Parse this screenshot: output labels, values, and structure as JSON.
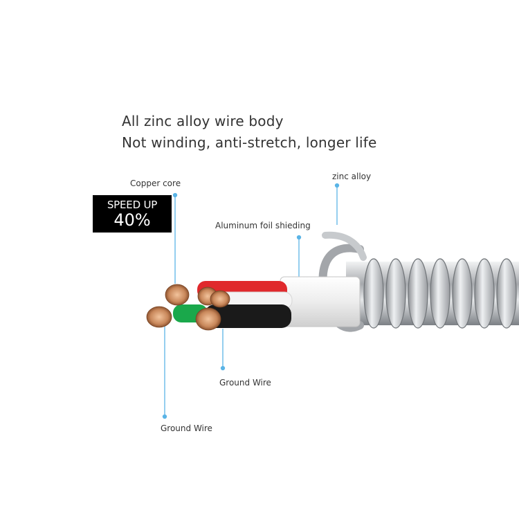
{
  "headline": {
    "line1": "All zinc alloy wire body",
    "line2": "Not winding, anti-stretch, longer life"
  },
  "badge": {
    "line1": "SPEED UP",
    "line2": "40%"
  },
  "callouts": {
    "copper_core": "Copper core",
    "zinc_alloy": "zinc alloy",
    "aluminum_foil": "Aluminum foil shieding",
    "ground_wire_1": "Ground Wire",
    "ground_wire_2": "Ground Wire"
  },
  "colors": {
    "leader": "#5ab4e6",
    "wire_red": "#e0292c",
    "wire_green": "#1aa84b",
    "wire_black": "#1a1a1a",
    "wire_white": "#f4f4f4",
    "copper": "#c8875a",
    "steel": "#b9bcc0"
  }
}
